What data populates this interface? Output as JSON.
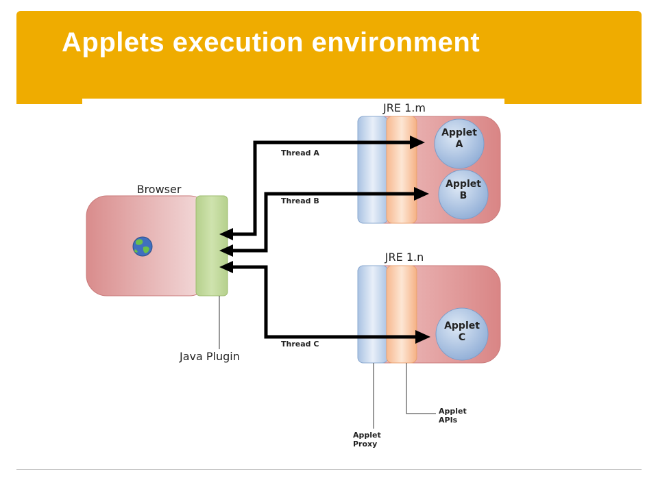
{
  "slide": {
    "title": "Applets execution environment",
    "accent_color": "#efac00"
  },
  "diagram": {
    "browser_label": "Browser",
    "plugin_label": "Java Plugin",
    "jre_m_label": "JRE 1.m",
    "jre_n_label": "JRE 1.n",
    "applet_a": [
      "Applet",
      "A"
    ],
    "applet_b": [
      "Applet",
      "B"
    ],
    "applet_c": [
      "Applet",
      "C"
    ],
    "thread_a": "Thread A",
    "thread_b": "Thread B",
    "thread_c": "Thread C",
    "applet_apis": [
      "Applet",
      "APIs"
    ],
    "applet_proxy": [
      "Applet",
      "Proxy"
    ],
    "icons": [
      "globe-icon"
    ]
  }
}
